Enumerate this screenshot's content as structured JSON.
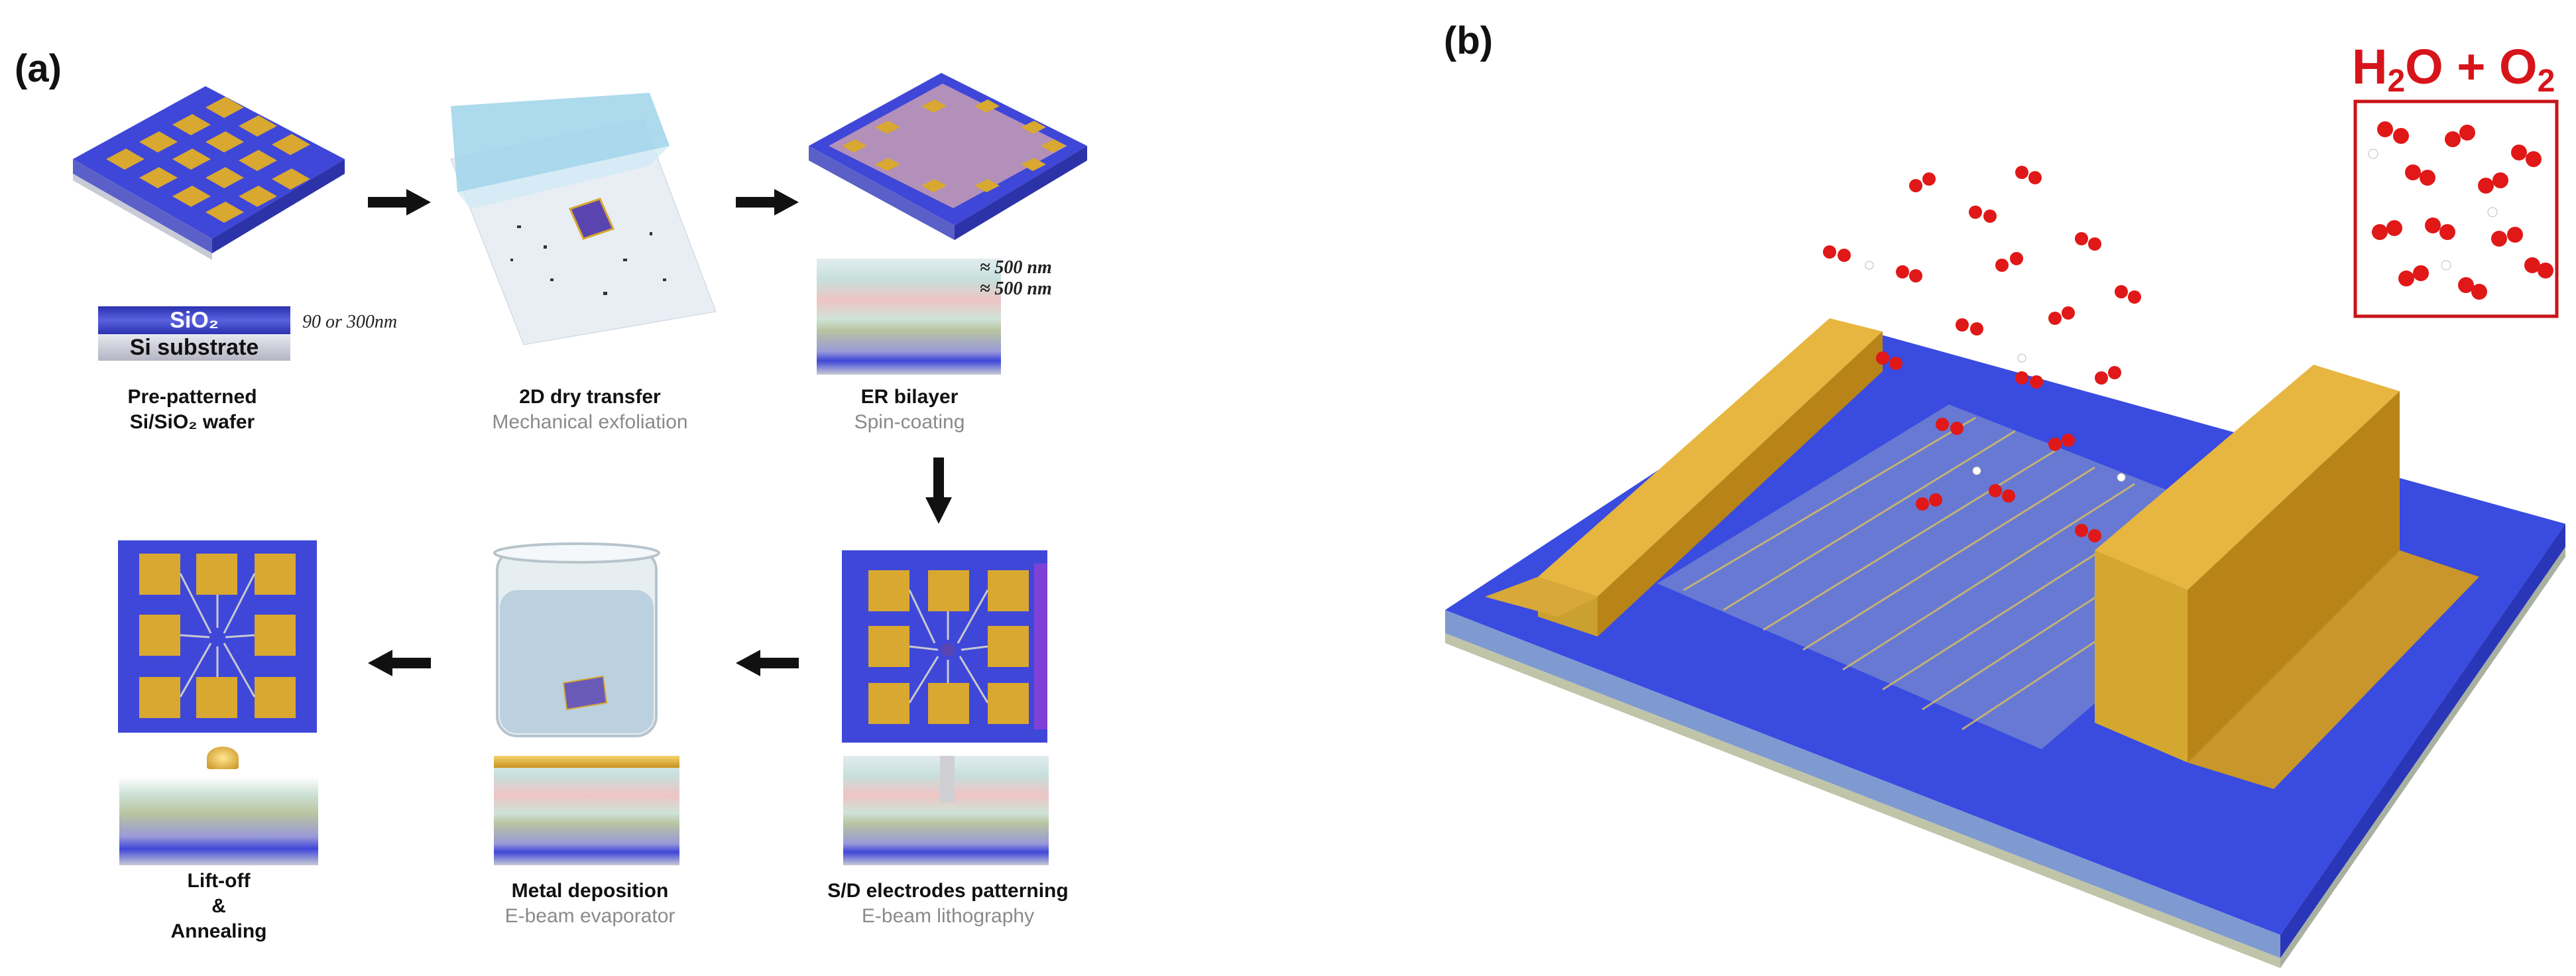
{
  "panel_a": {
    "label": "(a)",
    "steps": [
      {
        "title_1": "Pre-patterned",
        "title_2": "Si/SiO₂ wafer",
        "sub": ""
      },
      {
        "title_1": "2D dry transfer",
        "title_2": "",
        "sub": "Mechanical exfoliation"
      },
      {
        "title_1": "ER bilayer",
        "title_2": "",
        "sub": "Spin-coating"
      },
      {
        "title_1": "S/D electrodes patterning",
        "title_2": "",
        "sub": "E-beam lithography"
      },
      {
        "title_1": "Metal deposition",
        "title_2": "",
        "sub": "E-beam evaporator"
      },
      {
        "title_1": "Lift-off",
        "title_2": "&",
        "title_3": "Annealing",
        "sub": ""
      }
    ],
    "wafer_layers": {
      "top": "SiO₂",
      "bottom": "Si substrate",
      "thickness": "90 or 300nm"
    },
    "bilayer_thickness": [
      "≈ 500 nm",
      "≈ 500 nm"
    ]
  },
  "panel_b": {
    "label": "(b)",
    "inset_label_parts": [
      "H",
      "2",
      "O + O",
      "2"
    ]
  },
  "colors": {
    "substrate_blue": "#3f47d8",
    "gold": "#d9a52b",
    "red_accent": "#d7141a"
  }
}
